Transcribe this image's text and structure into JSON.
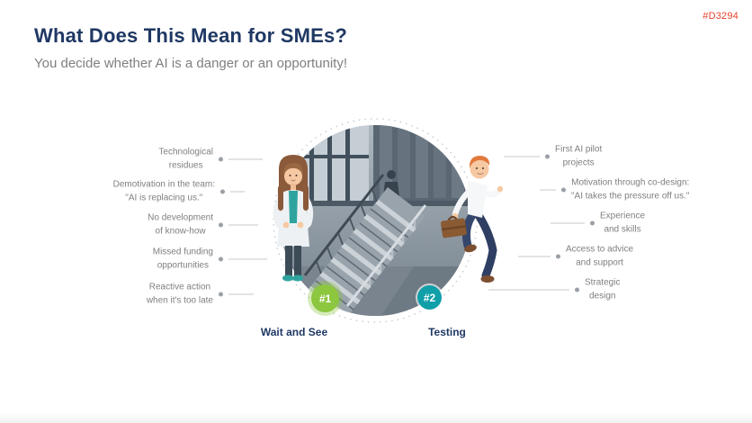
{
  "slide": {
    "code": "#D3294",
    "title": "What Does This Mean for SMEs?",
    "subtitle": "You decide whether AI is a danger or an opportunity!"
  },
  "left_items": [
    {
      "label": "Technological\nresidues"
    },
    {
      "label": "Demotivation in the team:\n\"AI is replacing us.\""
    },
    {
      "label": "No development\nof know-how"
    },
    {
      "label": "Missed funding\nopportunities"
    },
    {
      "label": "Reactive action\nwhen it's too late"
    }
  ],
  "right_items": [
    {
      "label": "First AI pilot\nprojects"
    },
    {
      "label": "Motivation through co-design:\n\"AI takes the pressure off us.\""
    },
    {
      "label": "Experience\nand skills"
    },
    {
      "label": "Access to advice\nand support"
    },
    {
      "label": "Strategic\ndesign"
    }
  ],
  "options": [
    {
      "badge": "#1",
      "label": "Wait and See",
      "color": "#8dc63f"
    },
    {
      "badge": "#2",
      "label": "Testing",
      "color": "#0f9fa8"
    }
  ],
  "colors": {
    "title_navy": "#1f3864",
    "subtitle_gray": "#7f7f7f",
    "code_red": "#e5432e",
    "callout_gray": "#7f7f7f",
    "connector_gray": "#c7cacd",
    "badge_green": "#8dc63f",
    "badge_teal": "#0f9fa8"
  },
  "illustration": {
    "center_image": "staircase-photo-circle",
    "left_figure": "woman-standing",
    "right_figure": "man-running-with-briefcase"
  }
}
